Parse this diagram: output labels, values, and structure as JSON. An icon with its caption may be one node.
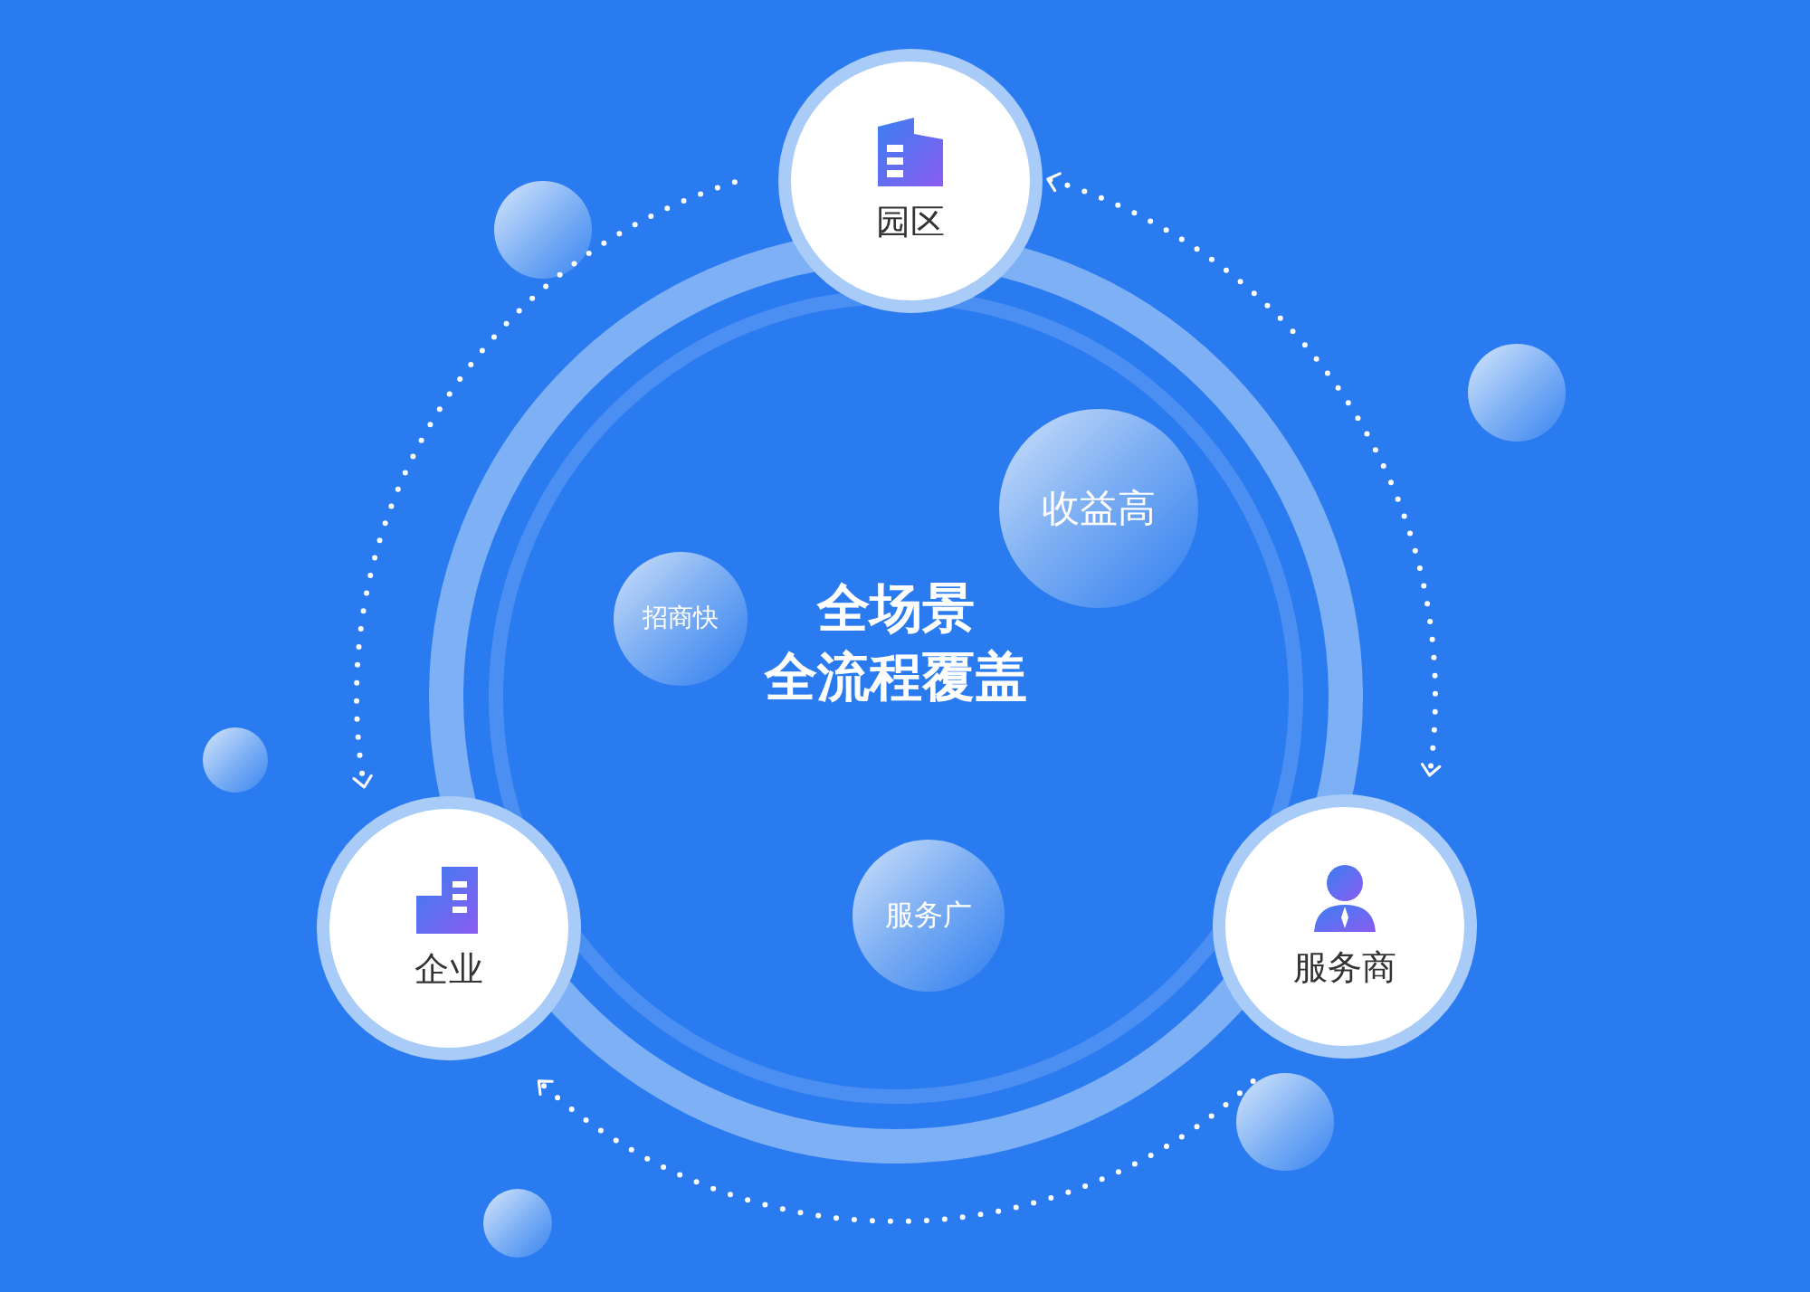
{
  "diagram": {
    "nodes": [
      {
        "text": [
          "园区"
        ]
      },
      {
        "text": [
          "全场景",
          "全流程覆盖"
        ]
      },
      {
        "text": [
          "收益高"
        ],
        "in": 1
      },
      {
        "text": [
          "招商快"
        ],
        "in": 1
      },
      {
        "text": [
          "服务广"
        ],
        "in": 1
      },
      {
        "text": [
          "企业"
        ]
      },
      {
        "text": [
          "服务商"
        ]
      }
    ],
    "edges": [
      {
        "from": 0,
        "to": 5,
        "arrow": "to"
      },
      {
        "from": 0,
        "to": 6,
        "arrow": "both"
      },
      {
        "from": 6,
        "to": 5,
        "arrow": "to"
      }
    ]
  }
}
